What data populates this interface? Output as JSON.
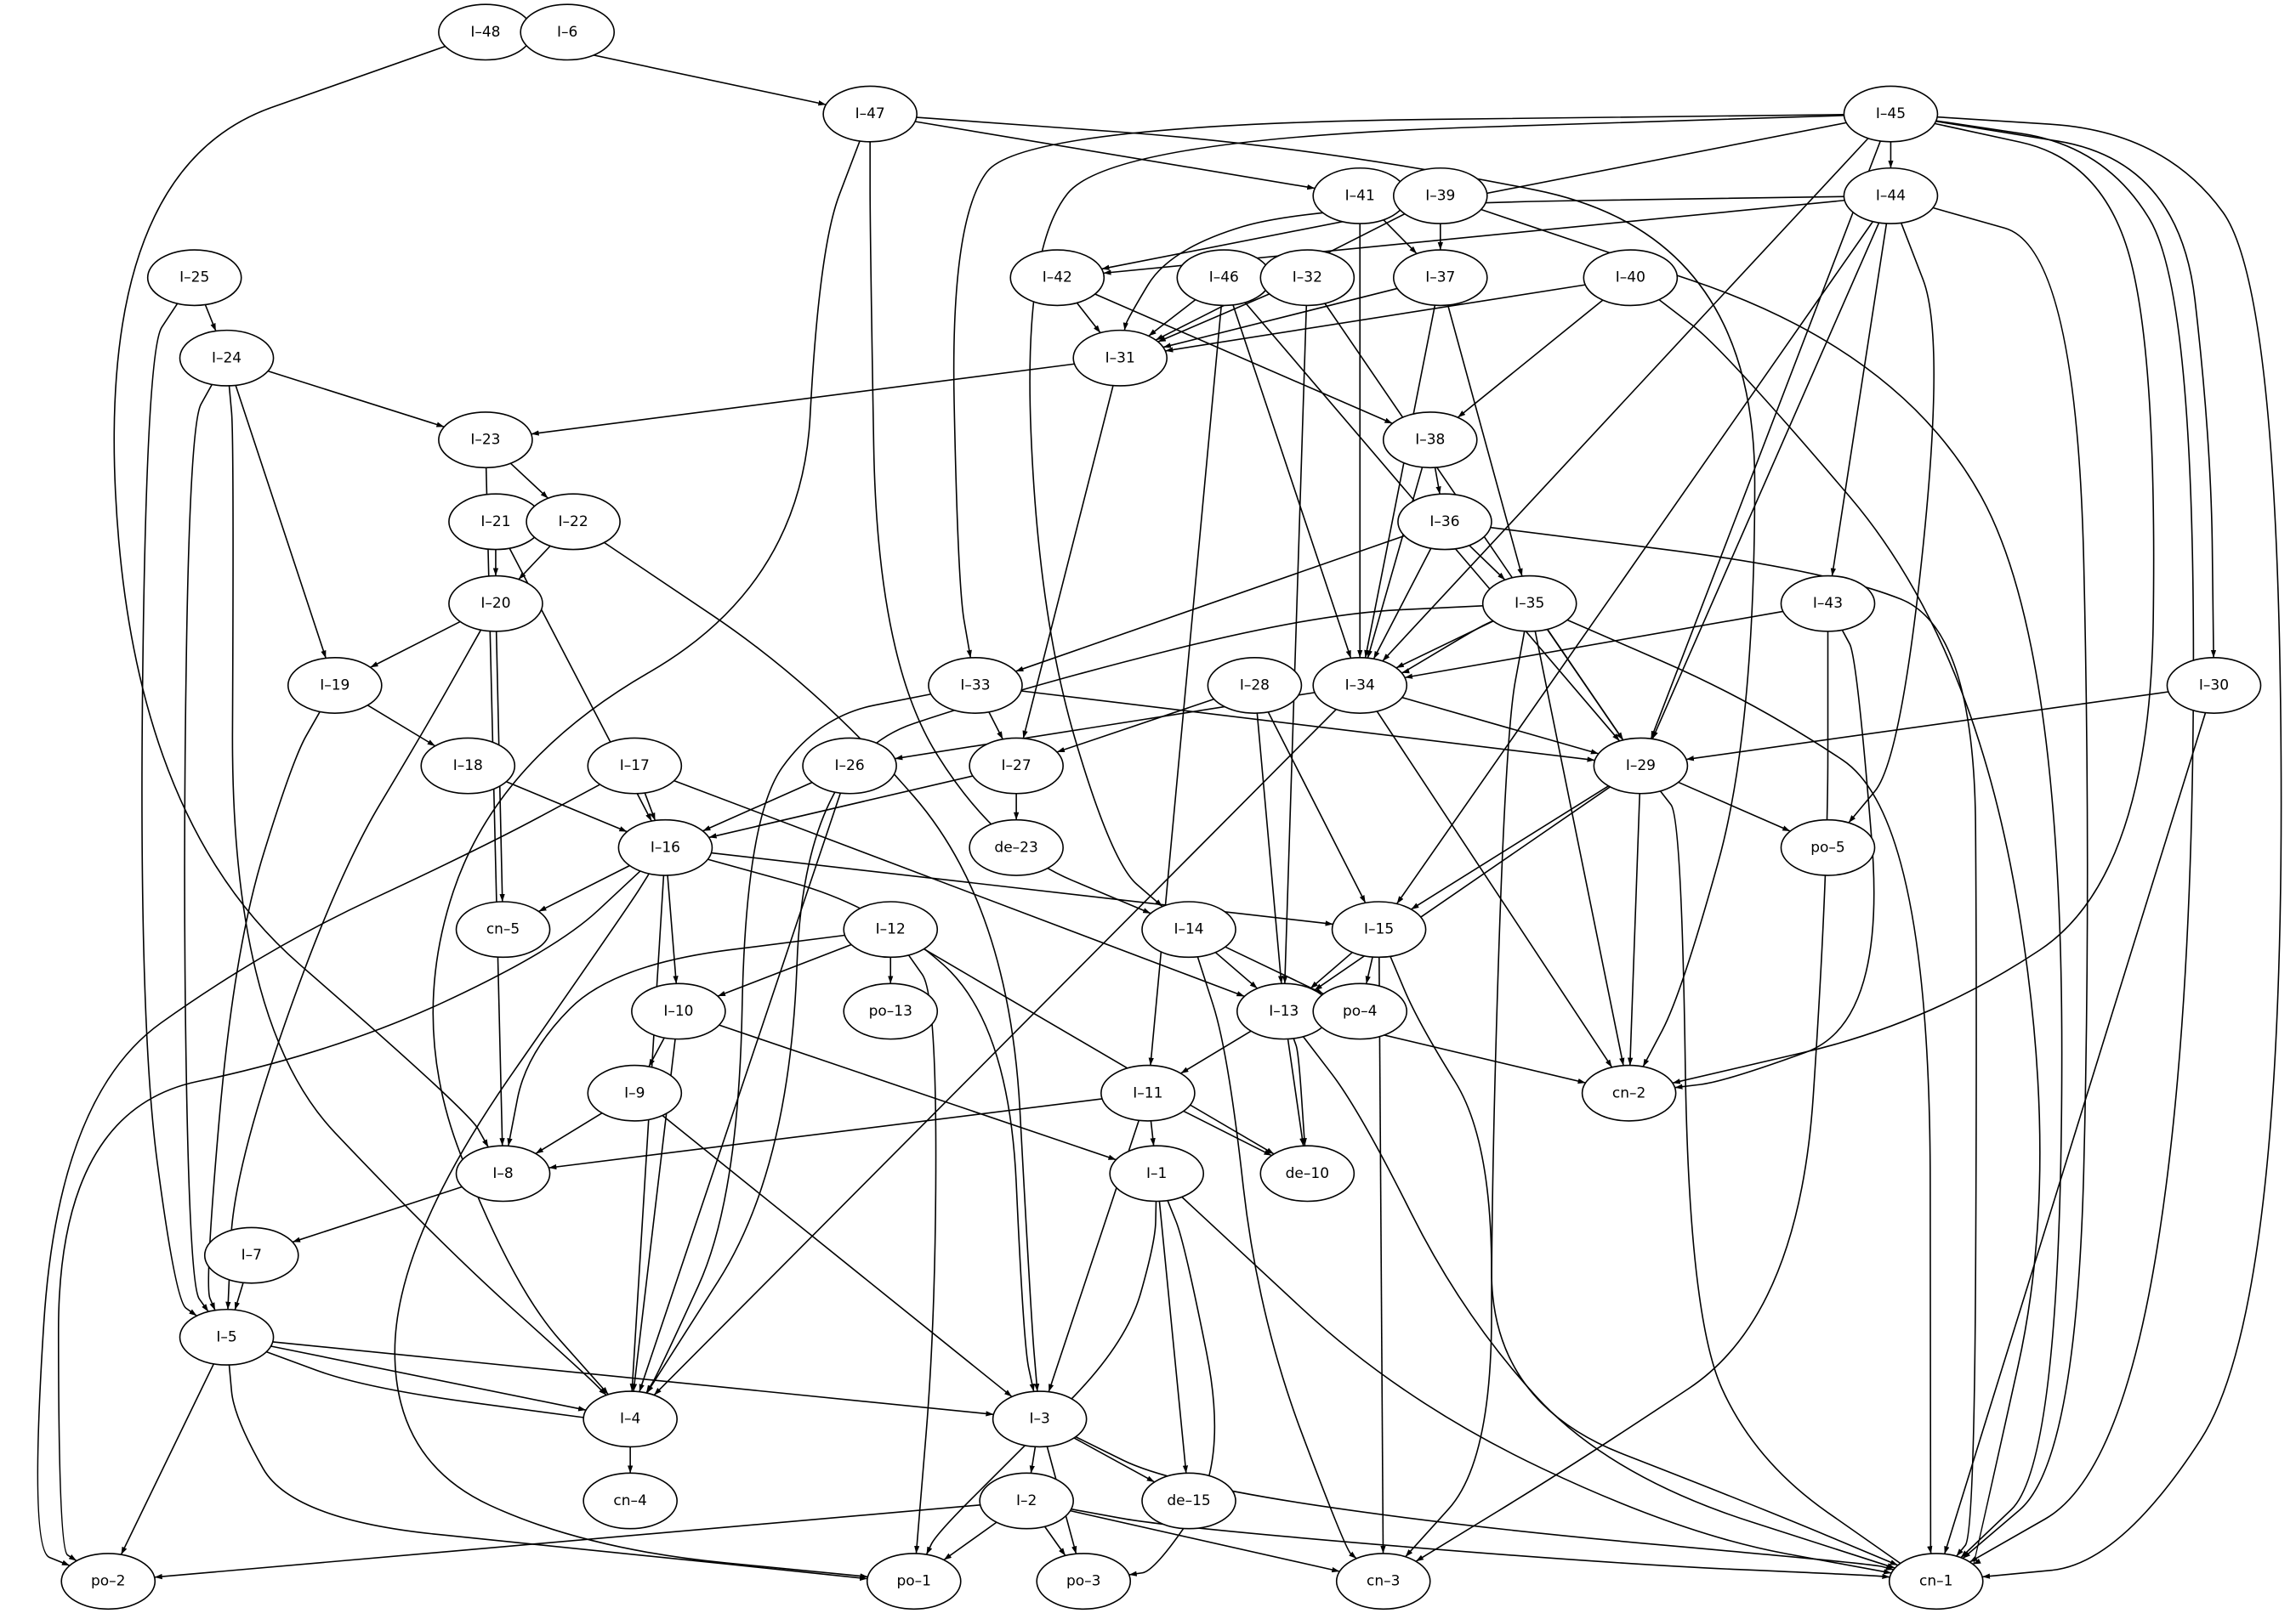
{
  "nodes": [
    {
      "id": "I-48",
      "label": "I–48"
    },
    {
      "id": "I-6",
      "label": "I–6"
    },
    {
      "id": "I-47",
      "label": "I–47"
    },
    {
      "id": "I-45",
      "label": "I–45"
    },
    {
      "id": "I-44",
      "label": "I–44"
    },
    {
      "id": "I-41",
      "label": "I–41"
    },
    {
      "id": "I-39",
      "label": "I–39"
    },
    {
      "id": "I-25",
      "label": "I–25"
    },
    {
      "id": "I-42",
      "label": "I–42"
    },
    {
      "id": "I-46",
      "label": "I–46"
    },
    {
      "id": "I-32",
      "label": "I–32"
    },
    {
      "id": "I-37",
      "label": "I–37"
    },
    {
      "id": "I-40",
      "label": "I–40"
    },
    {
      "id": "I-24",
      "label": "I–24"
    },
    {
      "id": "I-31",
      "label": "I–31"
    },
    {
      "id": "I-23",
      "label": "I–23"
    },
    {
      "id": "I-38",
      "label": "I–38"
    },
    {
      "id": "I-21",
      "label": "I–21"
    },
    {
      "id": "I-22",
      "label": "I–22"
    },
    {
      "id": "I-36",
      "label": "I–36"
    },
    {
      "id": "I-20",
      "label": "I–20"
    },
    {
      "id": "I-35",
      "label": "I–35"
    },
    {
      "id": "I-43",
      "label": "I–43"
    },
    {
      "id": "I-19",
      "label": "I–19"
    },
    {
      "id": "I-33",
      "label": "I–33"
    },
    {
      "id": "I-28",
      "label": "I–28"
    },
    {
      "id": "I-34",
      "label": "I–34"
    },
    {
      "id": "I-30",
      "label": "I–30"
    },
    {
      "id": "I-18",
      "label": "I–18"
    },
    {
      "id": "I-17",
      "label": "I–17"
    },
    {
      "id": "I-26",
      "label": "I–26"
    },
    {
      "id": "I-27",
      "label": "I–27"
    },
    {
      "id": "I-29",
      "label": "I–29"
    },
    {
      "id": "I-16",
      "label": "I–16"
    },
    {
      "id": "de-23",
      "label": "de–23"
    },
    {
      "id": "po-5",
      "label": "po–5"
    },
    {
      "id": "cn-5",
      "label": "cn–5"
    },
    {
      "id": "I-12",
      "label": "I–12"
    },
    {
      "id": "I-14",
      "label": "I–14"
    },
    {
      "id": "I-15",
      "label": "I–15"
    },
    {
      "id": "I-10",
      "label": "I–10"
    },
    {
      "id": "po-13",
      "label": "po–13"
    },
    {
      "id": "I-13",
      "label": "I–13"
    },
    {
      "id": "po-4",
      "label": "po–4"
    },
    {
      "id": "I-9",
      "label": "I–9"
    },
    {
      "id": "I-11",
      "label": "I–11"
    },
    {
      "id": "cn-2",
      "label": "cn–2"
    },
    {
      "id": "I-8",
      "label": "I–8"
    },
    {
      "id": "I-1",
      "label": "I–1"
    },
    {
      "id": "de-10",
      "label": "de–10"
    },
    {
      "id": "I-7",
      "label": "I–7"
    },
    {
      "id": "I-5",
      "label": "I–5"
    },
    {
      "id": "I-4",
      "label": "I–4"
    },
    {
      "id": "I-3",
      "label": "I–3"
    },
    {
      "id": "cn-4",
      "label": "cn–4"
    },
    {
      "id": "I-2",
      "label": "I–2"
    },
    {
      "id": "de-15",
      "label": "de–15"
    },
    {
      "id": "po-2",
      "label": "po–2"
    },
    {
      "id": "po-1",
      "label": "po–1"
    },
    {
      "id": "po-3",
      "label": "po–3"
    },
    {
      "id": "cn-3",
      "label": "cn–3"
    },
    {
      "id": "cn-1",
      "label": "cn–1"
    }
  ],
  "edges": [
    [
      "I-48",
      "I-47"
    ],
    [
      "I-48",
      "I-8"
    ],
    [
      "I-47",
      "I-41"
    ],
    [
      "I-47",
      "cn-2"
    ],
    [
      "I-47",
      "I-4"
    ],
    [
      "I-47",
      "I-14"
    ],
    [
      "I-45",
      "I-44"
    ],
    [
      "I-45",
      "I-42"
    ],
    [
      "I-45",
      "I-33"
    ],
    [
      "I-45",
      "I-14"
    ],
    [
      "I-45",
      "I-34"
    ],
    [
      "I-45",
      "I-29"
    ],
    [
      "I-45",
      "I-30"
    ],
    [
      "I-45",
      "cn-2"
    ],
    [
      "I-45",
      "cn-1"
    ],
    [
      "I-45",
      "cn-1"
    ],
    [
      "I-44",
      "I-42"
    ],
    [
      "I-44",
      "I-31"
    ],
    [
      "I-44",
      "I-43"
    ],
    [
      "I-44",
      "I-29"
    ],
    [
      "I-44",
      "I-15"
    ],
    [
      "I-44",
      "po-5"
    ],
    [
      "I-44",
      "cn-1"
    ],
    [
      "I-41",
      "I-37"
    ],
    [
      "I-41",
      "I-34"
    ],
    [
      "I-39",
      "I-37"
    ],
    [
      "I-39",
      "I-31"
    ],
    [
      "I-39",
      "cn-1"
    ],
    [
      "I-25",
      "I-24"
    ],
    [
      "I-25",
      "I-5"
    ],
    [
      "I-42",
      "I-31"
    ],
    [
      "I-42",
      "I-38"
    ],
    [
      "I-46",
      "I-31"
    ],
    [
      "I-46",
      "I-34"
    ],
    [
      "I-46",
      "I-11"
    ],
    [
      "I-46",
      "I-29"
    ],
    [
      "I-32",
      "I-31"
    ],
    [
      "I-32",
      "I-29"
    ],
    [
      "I-32",
      "I-13"
    ],
    [
      "I-37",
      "I-31"
    ],
    [
      "I-37",
      "I-34"
    ],
    [
      "I-37",
      "I-35"
    ],
    [
      "I-40",
      "I-31"
    ],
    [
      "I-40",
      "I-38"
    ],
    [
      "I-40",
      "cn-1"
    ],
    [
      "I-24",
      "I-23"
    ],
    [
      "I-24",
      "I-19"
    ],
    [
      "I-24",
      "I-5"
    ],
    [
      "I-24",
      "I-4"
    ],
    [
      "I-31",
      "I-23"
    ],
    [
      "I-31",
      "I-27"
    ],
    [
      "I-23",
      "I-22"
    ],
    [
      "I-23",
      "I-8"
    ],
    [
      "I-38",
      "I-36"
    ],
    [
      "I-38",
      "I-34"
    ],
    [
      "I-21",
      "I-20"
    ],
    [
      "I-21",
      "I-16"
    ],
    [
      "I-22",
      "I-20"
    ],
    [
      "I-22",
      "I-3"
    ],
    [
      "I-36",
      "I-35"
    ],
    [
      "I-36",
      "I-34"
    ],
    [
      "I-36",
      "I-33"
    ],
    [
      "I-36",
      "cn-1"
    ],
    [
      "I-20",
      "I-19"
    ],
    [
      "I-20",
      "cn-5"
    ],
    [
      "I-20",
      "I-5"
    ],
    [
      "I-35",
      "I-34"
    ],
    [
      "I-35",
      "I-34"
    ],
    [
      "I-35",
      "I-29"
    ],
    [
      "I-35",
      "cn-2"
    ],
    [
      "I-35",
      "cn-3"
    ],
    [
      "I-35",
      "cn-1"
    ],
    [
      "I-35",
      "I-4"
    ],
    [
      "I-43",
      "I-34"
    ],
    [
      "I-43",
      "cn-2"
    ],
    [
      "I-43",
      "cn-3"
    ],
    [
      "I-19",
      "I-18"
    ],
    [
      "I-19",
      "I-5"
    ],
    [
      "I-33",
      "I-27"
    ],
    [
      "I-33",
      "I-29"
    ],
    [
      "I-33",
      "I-4"
    ],
    [
      "I-28",
      "I-27"
    ],
    [
      "I-28",
      "I-15"
    ],
    [
      "I-28",
      "I-13"
    ],
    [
      "I-34",
      "I-26"
    ],
    [
      "I-34",
      "I-29"
    ],
    [
      "I-34",
      "cn-2"
    ],
    [
      "I-34",
      "I-4"
    ],
    [
      "I-30",
      "I-29"
    ],
    [
      "I-30",
      "cn-1"
    ],
    [
      "I-18",
      "I-16"
    ],
    [
      "I-17",
      "I-16"
    ],
    [
      "I-17",
      "I-13"
    ],
    [
      "I-17",
      "po-2"
    ],
    [
      "I-26",
      "I-16"
    ],
    [
      "I-26",
      "I-4"
    ],
    [
      "I-27",
      "de-23"
    ],
    [
      "I-27",
      "I-16"
    ],
    [
      "I-29",
      "po-5"
    ],
    [
      "I-29",
      "I-15"
    ],
    [
      "I-29",
      "I-13"
    ],
    [
      "I-29",
      "cn-2"
    ],
    [
      "I-29",
      "cn-1"
    ],
    [
      "I-16",
      "cn-5"
    ],
    [
      "I-16",
      "I-15"
    ],
    [
      "I-16",
      "I-10"
    ],
    [
      "I-16",
      "I-4"
    ],
    [
      "I-16",
      "I-3"
    ],
    [
      "I-16",
      "po-2"
    ],
    [
      "I-16",
      "po-1"
    ],
    [
      "I-12",
      "po-13"
    ],
    [
      "I-12",
      "I-10"
    ],
    [
      "I-12",
      "I-8"
    ],
    [
      "I-12",
      "de-10"
    ],
    [
      "I-12",
      "po-1"
    ],
    [
      "I-14",
      "I-13"
    ],
    [
      "I-14",
      "po-4"
    ],
    [
      "I-14",
      "cn-3"
    ],
    [
      "I-15",
      "I-13"
    ],
    [
      "I-15",
      "po-4"
    ],
    [
      "I-15",
      "cn-3"
    ],
    [
      "I-15",
      "cn-1"
    ],
    [
      "I-10",
      "I-9"
    ],
    [
      "I-10",
      "I-1"
    ],
    [
      "I-10",
      "I-4"
    ],
    [
      "I-13",
      "I-11"
    ],
    [
      "I-13",
      "cn-2"
    ],
    [
      "I-13",
      "de-10"
    ],
    [
      "I-13",
      "de-10"
    ],
    [
      "I-13",
      "cn-1"
    ],
    [
      "I-9",
      "I-8"
    ],
    [
      "I-9",
      "I-3"
    ],
    [
      "I-11",
      "I-8"
    ],
    [
      "I-11",
      "I-1"
    ],
    [
      "I-11",
      "de-10"
    ],
    [
      "I-11",
      "I-3"
    ],
    [
      "I-8",
      "I-7"
    ],
    [
      "I-1",
      "de-15"
    ],
    [
      "I-1",
      "po-3"
    ],
    [
      "I-1",
      "po-1"
    ],
    [
      "I-1",
      "cn-1"
    ],
    [
      "I-7",
      "I-5"
    ],
    [
      "I-5",
      "I-4"
    ],
    [
      "I-5",
      "I-4"
    ],
    [
      "I-5",
      "I-3"
    ],
    [
      "I-5",
      "po-2"
    ],
    [
      "I-5",
      "po-1"
    ],
    [
      "I-4",
      "cn-4"
    ],
    [
      "I-3",
      "I-2"
    ],
    [
      "I-3",
      "de-15"
    ],
    [
      "I-3",
      "po-3"
    ],
    [
      "I-3",
      "cn-1"
    ],
    [
      "I-2",
      "po-2"
    ],
    [
      "I-2",
      "po-1"
    ],
    [
      "I-2",
      "po-3"
    ],
    [
      "I-2",
      "cn-3"
    ],
    [
      "I-2",
      "cn-1"
    ]
  ]
}
